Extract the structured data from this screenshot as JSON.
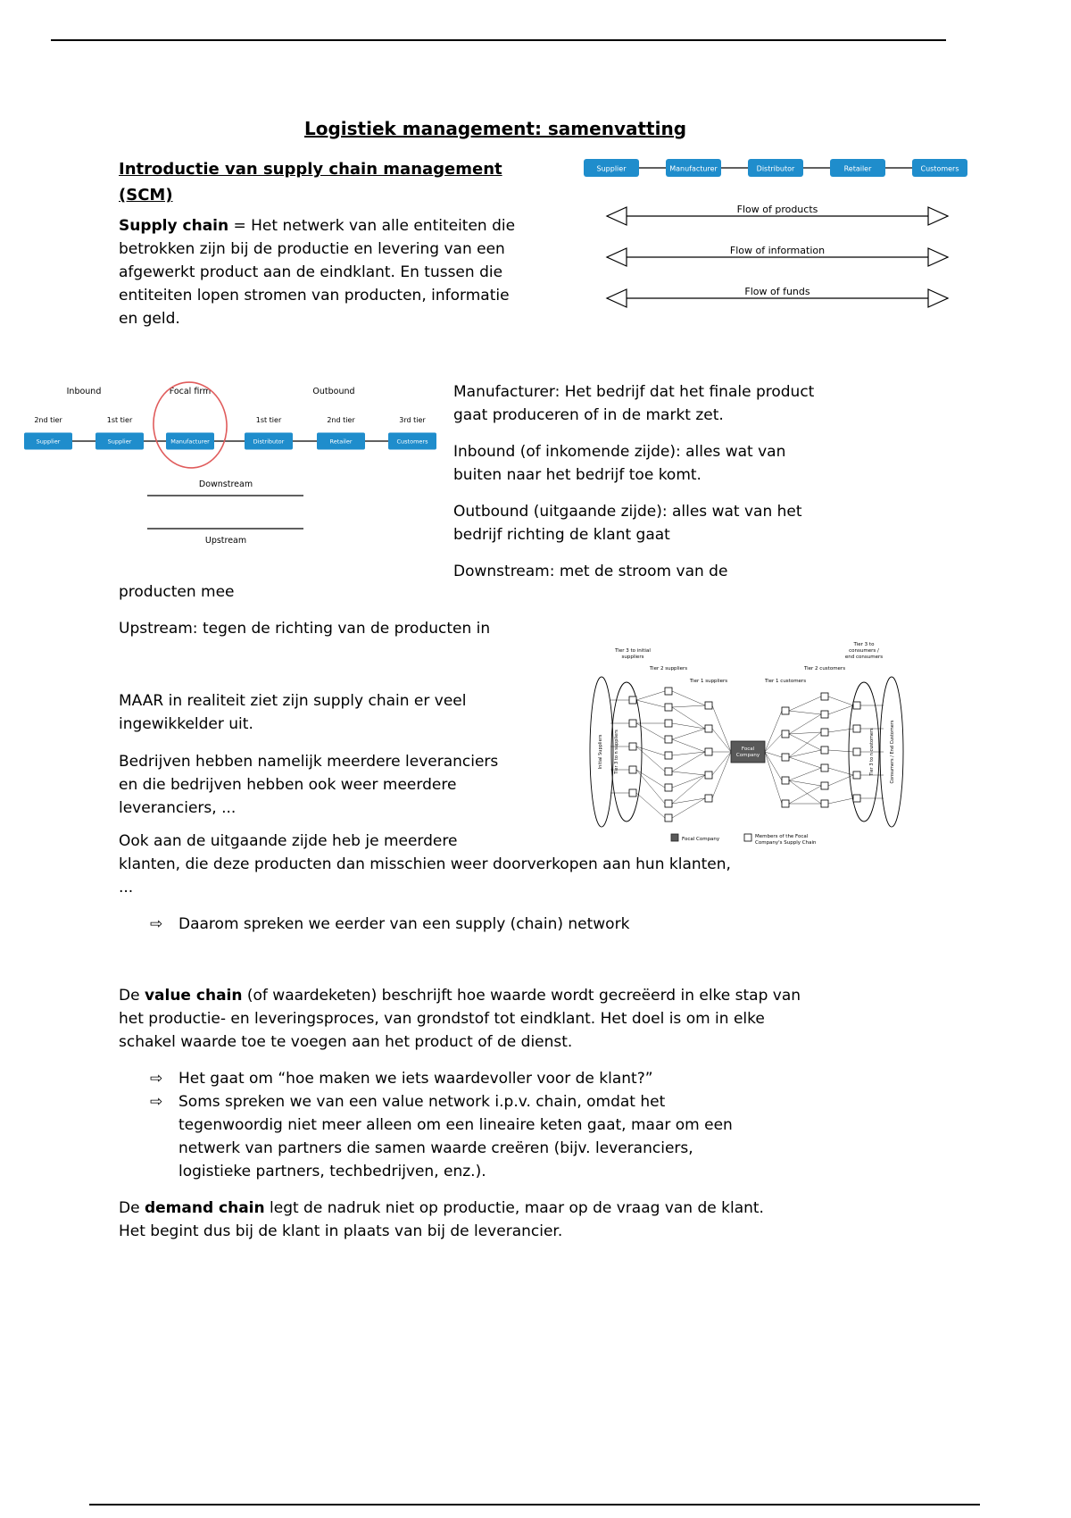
{
  "page": {
    "title": "Logistiek management: samenvatting"
  },
  "colors": {
    "node_blue": "#1f8dcc",
    "focal_circle_red": "#e05c5c"
  },
  "intro": {
    "heading": "Introductie van supply chain management",
    "heading2": "(SCM)"
  },
  "chain_diagram": {
    "nodes": [
      "Supplier",
      "Manufacturer",
      "Distributor",
      "Retailer",
      "Customers"
    ],
    "flows": [
      "Flow of products",
      "Flow of information",
      "Flow of funds"
    ]
  },
  "supply_def": {
    "bold": "Supply chain",
    "rest": " = Het netwerk van alle entiteiten die betrokken zijn bij de productie en levering van een afgewerkt product aan de eindklant. En tussen die entiteiten lopen stromen van producten, informatie en geld."
  },
  "focal_diagram": {
    "inbound": "Inbound",
    "focal": "Focal firm",
    "outbound": "Outbound",
    "tiers": [
      "2nd tier",
      "1st tier",
      "1st tier",
      "2nd tier",
      "3rd tier"
    ],
    "nodes": [
      "Supplier",
      "Supplier",
      "Manufacturer",
      "Distributor",
      "Retailer",
      "Customers"
    ],
    "downstream": "Downstream",
    "upstream": "Upstream"
  },
  "definitions": {
    "manufacturer": "Manufacturer: Het bedrijf dat het finale product gaat produceren of in de markt zet.",
    "inbound": "Inbound (of inkomende zijde): alles wat van buiten naar het bedrijf toe komt.",
    "outbound": "Outbound (uitgaande zijde): alles wat van het bedrijf richting de klant gaat",
    "downstream": "Downstream: met de stroom van de",
    "downstream_cont": "producten mee",
    "upstream": "Upstream: tegen de richting van de producten in"
  },
  "reality": {
    "p1": "MAAR in realiteit ziet zijn supply chain er veel ingewikkelder uit.",
    "p2": "Bedrijven hebben namelijk meerdere leveranciers en die bedrijven hebben ook weer meerdere leveranciers, ...",
    "p3_lines": [
      "Ook aan de uitgaande zijde heb je meerdere",
      "klanten, die deze producten dan misschien weer doorverkopen aan hun klanten,",
      "..."
    ],
    "bullet_marker": "⇨",
    "bullet": "Daarom spreken we eerder van een supply (chain) network"
  },
  "network_diagram": {
    "labels": {
      "tier3s": "Tier 3 to initial suppliers",
      "tier2s": "Tier 2 suppliers",
      "tier1s": "Tier 1 suppliers",
      "tier1c": "Tier 1 customers",
      "tier2c": "Tier 2 customers",
      "tier3c": "Tier 3 to consumers / end consumers",
      "initial_suppliers": "Initial Suppliers",
      "t3n_suppliers": "Tier 3 to n suppliers",
      "t3n_customers": "Tier 3 to n customers",
      "end_customers": "Consumers / End Customers",
      "focal": "Focal Company",
      "legend_focal": "Focal Company",
      "legend_members": "Members of the Focal Company's Supply Chain"
    }
  },
  "value_chain": {
    "lead": "De ",
    "bold": "value chain",
    "rest": " (of waardeketen) beschrijft hoe waarde wordt gecreëerd in elke stap van het productie- en leveringsproces, van grondstof tot eindklant. Het doel is om in elke schakel waarde toe te voegen aan het product of de dienst.",
    "bullet_marker": "⇨",
    "bullets": [
      "Het gaat om “hoe maken we iets waardevoller voor de klant?”",
      "Soms spreken we van een value network i.p.v. chain, omdat het tegenwoordig niet meer alleen om een lineaire keten gaat, maar om een netwerk van partners die samen waarde creëren (bijv. leveranciers, logistieke partners, techbedrijven, enz.)."
    ]
  },
  "demand_chain": {
    "lead": "De ",
    "bold": "demand chain",
    "rest": " legt de nadruk niet op productie, maar op de vraag van de klant. Het begint dus bij de klant in plaats van bij de leverancier."
  }
}
